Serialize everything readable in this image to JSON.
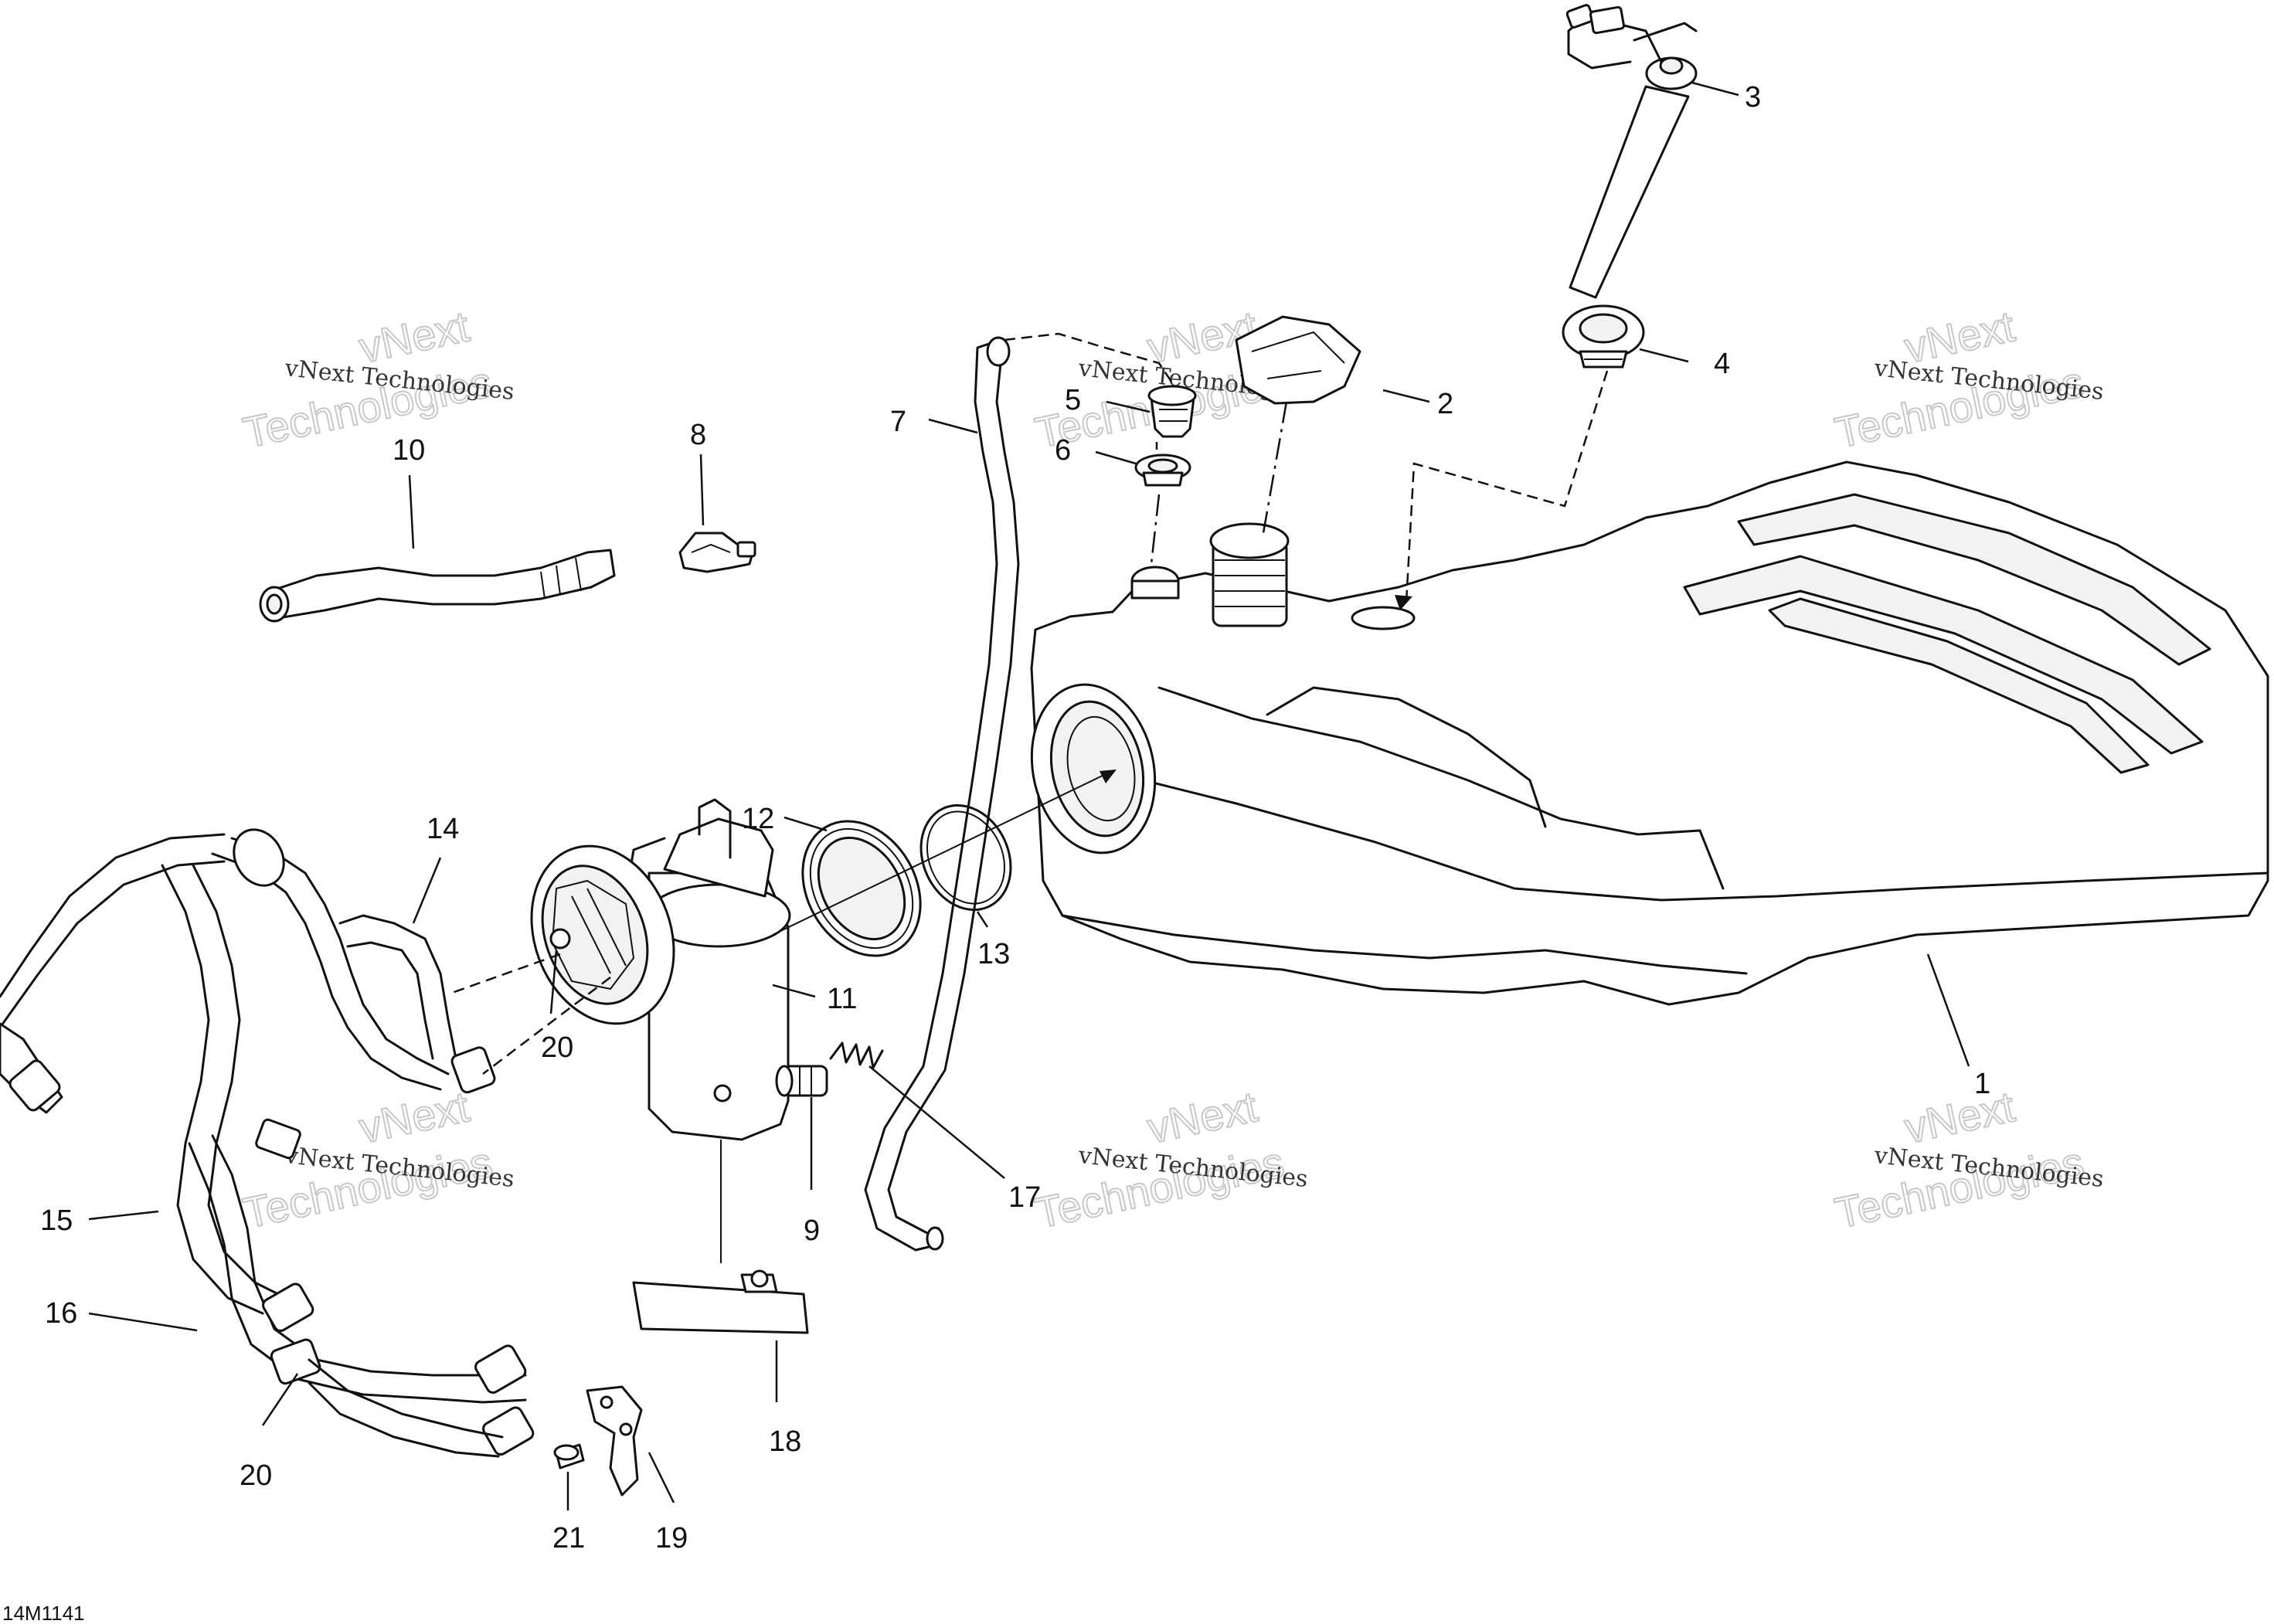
{
  "watermark": {
    "line1": "vNext",
    "line2": "Technologies",
    "full": "vNext Technologies"
  },
  "document_code": "14M1141",
  "callouts": [
    {
      "id": "1",
      "label": "1"
    },
    {
      "id": "2",
      "label": "2"
    },
    {
      "id": "3",
      "label": "3"
    },
    {
      "id": "4",
      "label": "4"
    },
    {
      "id": "5",
      "label": "5"
    },
    {
      "id": "6",
      "label": "6"
    },
    {
      "id": "7",
      "label": "7"
    },
    {
      "id": "8",
      "label": "8"
    },
    {
      "id": "9",
      "label": "9"
    },
    {
      "id": "10",
      "label": "10"
    },
    {
      "id": "11",
      "label": "11"
    },
    {
      "id": "12",
      "label": "12"
    },
    {
      "id": "13",
      "label": "13"
    },
    {
      "id": "14",
      "label": "14"
    },
    {
      "id": "15",
      "label": "15"
    },
    {
      "id": "16",
      "label": "16"
    },
    {
      "id": "17",
      "label": "17"
    },
    {
      "id": "18",
      "label": "18"
    },
    {
      "id": "19",
      "label": "19"
    },
    {
      "id": "20a",
      "label": "20"
    },
    {
      "id": "20b",
      "label": "20"
    },
    {
      "id": "21",
      "label": "21"
    }
  ]
}
